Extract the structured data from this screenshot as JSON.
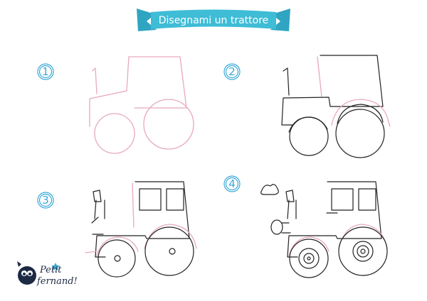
{
  "banner": {
    "title": "Disegnami un trattore",
    "color": "#3fbcd6"
  },
  "steps": [
    {
      "number": "1"
    },
    {
      "number": "2"
    },
    {
      "number": "3"
    },
    {
      "number": "4"
    }
  ],
  "logo": {
    "line1": "Petit",
    "line2": "fernand!"
  },
  "colors": {
    "sketch": "#e8a9bb",
    "ink": "#222222",
    "accent": "#3aa9d8"
  }
}
